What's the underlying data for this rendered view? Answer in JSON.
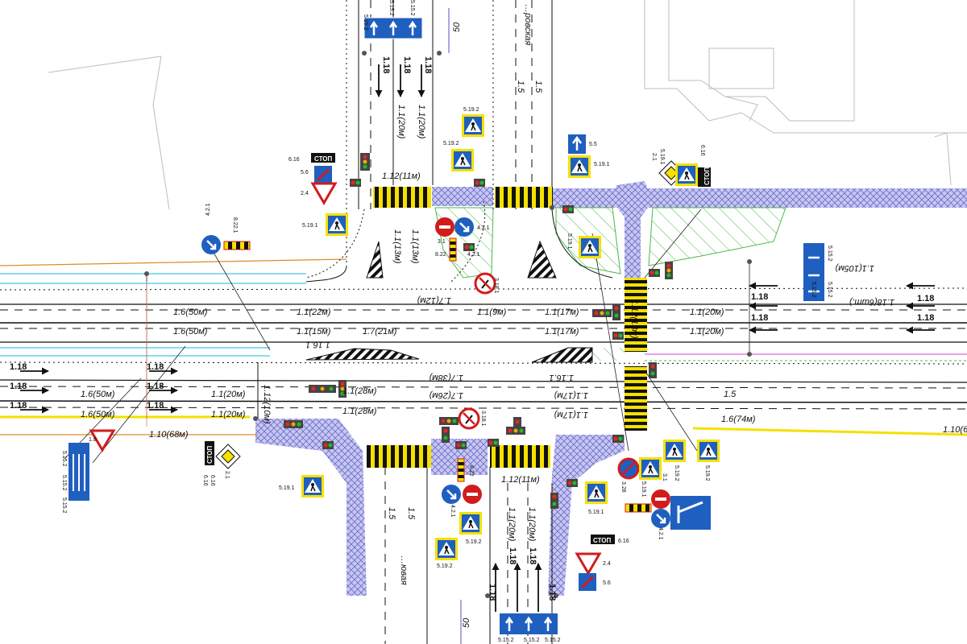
{
  "diagram": {
    "street_name_north": "…ровская",
    "street_name_south": "…ювая",
    "dim_north": "50",
    "dim_south": "50",
    "stop_label": "СТОП",
    "markings": [
      {
        "id": "m1",
        "text": "1.12(11м)"
      },
      {
        "id": "m2",
        "text": "1.1(20м)"
      },
      {
        "id": "m3",
        "text": "1.1(20м)"
      },
      {
        "id": "m4",
        "text": "1.5"
      },
      {
        "id": "m5",
        "text": "1.5"
      },
      {
        "id": "m6",
        "text": "1.18"
      },
      {
        "id": "m7",
        "text": "1.18"
      },
      {
        "id": "m8",
        "text": "1.1(13м)"
      },
      {
        "id": "m9",
        "text": "1.1(13м)"
      },
      {
        "id": "m10",
        "text": "1.7(12м)"
      },
      {
        "id": "m11",
        "text": "1.1(105м)"
      },
      {
        "id": "m12",
        "text": "1.18(6шт.)"
      },
      {
        "id": "m13",
        "text": "1.6(50м)"
      },
      {
        "id": "m14",
        "text": "1.1(22м)"
      },
      {
        "id": "m15",
        "text": "1.1(9м)"
      },
      {
        "id": "m16",
        "text": "1.1(17м)"
      },
      {
        "id": "m17",
        "text": "1.12(13м)"
      },
      {
        "id": "m18",
        "text": "1.1(20м)"
      },
      {
        "id": "m19",
        "text": "1.6(50м)"
      },
      {
        "id": "m20",
        "text": "1.1(15м)"
      },
      {
        "id": "m21",
        "text": "1.7(21м)"
      },
      {
        "id": "m22",
        "text": "1.1(17м)"
      },
      {
        "id": "m23",
        "text": "1.1(20м)"
      },
      {
        "id": "m24",
        "text": "1.16.1"
      },
      {
        "id": "m25",
        "text": "1.16.1"
      },
      {
        "id": "m26",
        "text": "1.7(38м)"
      },
      {
        "id": "m27",
        "text": "1.6(50м)"
      },
      {
        "id": "m28",
        "text": "1.1(20м)"
      },
      {
        "id": "m29",
        "text": "1.12(10м)"
      },
      {
        "id": "m30",
        "text": "1.1(28м)"
      },
      {
        "id": "m31",
        "text": "1.7(26м)"
      },
      {
        "id": "m32",
        "text": "1.1(17м)"
      },
      {
        "id": "m33",
        "text": "1.5"
      },
      {
        "id": "m34",
        "text": "1.6(50м)"
      },
      {
        "id": "m35",
        "text": "1.1(20м)"
      },
      {
        "id": "m36",
        "text": "1.1(28м)"
      },
      {
        "id": "m37",
        "text": "1.1(17м)"
      },
      {
        "id": "m38",
        "text": "1.6(74м)"
      },
      {
        "id": "m39",
        "text": "1.10(68м)"
      },
      {
        "id": "m40",
        "text": "1.10(6"
      },
      {
        "id": "m41",
        "text": "1.12(11м)"
      },
      {
        "id": "m42",
        "text": "1.1(20м)"
      },
      {
        "id": "m43",
        "text": "1.1(20м)"
      },
      {
        "id": "m44",
        "text": "1.5"
      },
      {
        "id": "m45",
        "text": "1.5"
      },
      {
        "id": "m46",
        "text": "1.18"
      },
      {
        "id": "m47",
        "text": "1.18"
      },
      {
        "id": "m48",
        "text": "1.18"
      },
      {
        "id": "m49",
        "text": "1.18"
      }
    ],
    "bold_18": [
      {
        "id": "b1",
        "text": "1.18"
      },
      {
        "id": "b2",
        "text": "1.18"
      },
      {
        "id": "b3",
        "text": "1.18"
      },
      {
        "id": "b4",
        "text": "1.18"
      },
      {
        "id": "b5",
        "text": "1.18"
      },
      {
        "id": "b6",
        "text": "1.18"
      },
      {
        "id": "b7",
        "text": "1.18"
      },
      {
        "id": "b8",
        "text": "1.18"
      },
      {
        "id": "b9",
        "text": "1.18"
      },
      {
        "id": "b10",
        "text": "1.18"
      },
      {
        "id": "b11",
        "text": "1.18"
      }
    ],
    "sign_codes": [
      {
        "id": "s1",
        "text": "5.15.2"
      },
      {
        "id": "s2",
        "text": "5.15.2"
      },
      {
        "id": "s3",
        "text": "5.15.2"
      },
      {
        "id": "s4",
        "text": "5.19.2"
      },
      {
        "id": "s5",
        "text": "5.19.2"
      },
      {
        "id": "s6",
        "text": "5.5"
      },
      {
        "id": "s7",
        "text": "5.19.1"
      },
      {
        "id": "s8",
        "text": "5.19.1"
      },
      {
        "id": "s9",
        "text": "6.16"
      },
      {
        "id": "s10",
        "text": "6.16"
      },
      {
        "id": "s11",
        "text": "5.6"
      },
      {
        "id": "s12",
        "text": "2.4"
      },
      {
        "id": "s13",
        "text": "5.19.1"
      },
      {
        "id": "s14",
        "text": "4.2.1"
      },
      {
        "id": "s15",
        "text": "3.1"
      },
      {
        "id": "s16",
        "text": "8.22"
      },
      {
        "id": "s17",
        "text": "4.2.1"
      },
      {
        "id": "s18",
        "text": "3.18.1"
      },
      {
        "id": "s19",
        "text": "5.19.1"
      },
      {
        "id": "s20",
        "text": "4.2.1"
      },
      {
        "id": "s21",
        "text": "8.22.1"
      },
      {
        "id": "s22",
        "text": "5.15.2"
      },
      {
        "id": "s23",
        "text": "5.15.2"
      },
      {
        "id": "s24",
        "text": "5.15.2"
      },
      {
        "id": "s25",
        "text": "6.16"
      },
      {
        "id": "s26",
        "text": "2.1"
      },
      {
        "id": "s27",
        "text": "5.19.1"
      },
      {
        "id": "s28",
        "text": "3.18.1"
      },
      {
        "id": "s29",
        "text": "8.22"
      },
      {
        "id": "s30",
        "text": "4.2.1"
      },
      {
        "id": "s31",
        "text": "5.19.2"
      },
      {
        "id": "s32",
        "text": "5.19.2"
      },
      {
        "id": "s33",
        "text": "5.19.1"
      },
      {
        "id": "s34",
        "text": "6.16"
      },
      {
        "id": "s35",
        "text": "3.28"
      },
      {
        "id": "s36",
        "text": "5.19.1"
      },
      {
        "id": "s37",
        "text": "5.19.2"
      },
      {
        "id": "s38",
        "text": "5.19.2"
      },
      {
        "id": "s39",
        "text": "4.2.1"
      },
      {
        "id": "s40",
        "text": "3.1"
      },
      {
        "id": "s41",
        "text": "2.4"
      },
      {
        "id": "s42",
        "text": "5.6"
      },
      {
        "id": "s43",
        "text": "5.15.2"
      },
      {
        "id": "s44",
        "text": "5.15.2"
      },
      {
        "id": "s45",
        "text": "5.15.2"
      },
      {
        "id": "s46",
        "text": "5.15.2"
      },
      {
        "id": "s47",
        "text": "5.15.2"
      },
      {
        "id": "s48",
        "text": "5.15.2"
      },
      {
        "id": "s49",
        "text": "2.1"
      },
      {
        "id": "s50",
        "text": "6.16"
      },
      {
        "id": "s51",
        "text": "1.8"
      }
    ],
    "colors": {
      "crosswalk": "#f5e000",
      "paving": "#b8b8e8",
      "sign_blue": "#1f5fbf",
      "sign_red": "#d21c1c",
      "hatch_green": "#48b848",
      "curb_orange": "#e08a2a",
      "tram_cyan": "#41c6e8",
      "magenta": "#d040d0"
    }
  }
}
